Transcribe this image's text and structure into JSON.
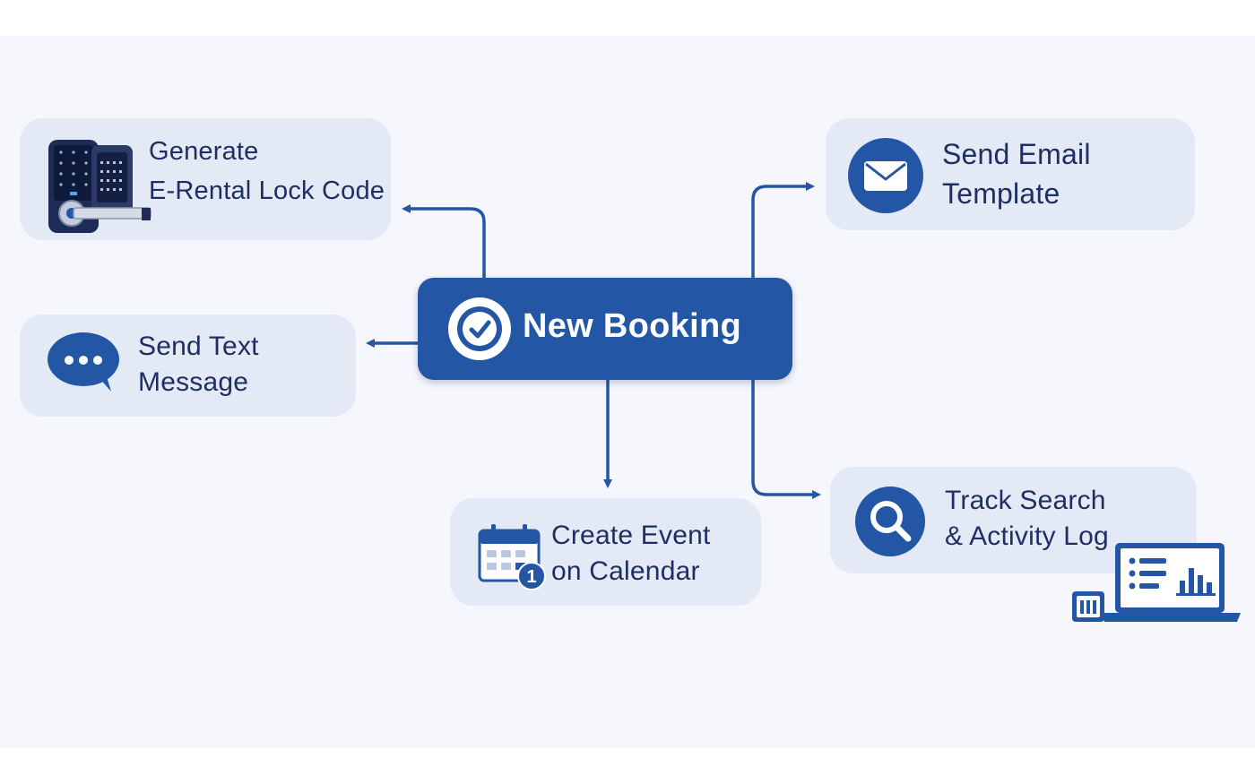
{
  "hub": {
    "label": "New Booking",
    "icon": "check-circle-icon"
  },
  "actions": {
    "lock_code": {
      "line1": "Generate",
      "line2": "E-Rental Lock Code",
      "icon": "smart-lock-icon"
    },
    "text_message": {
      "line1": "Send Text",
      "line2": "Message",
      "icon": "chat-bubble-icon"
    },
    "email_template": {
      "line1": "Send Email",
      "line2": "Template",
      "icon": "envelope-icon"
    },
    "activity_log": {
      "line1": "Track Search",
      "line2": "& Activity Log",
      "icon": "search-icon",
      "extra_icon": "laptop-dashboard-icon"
    },
    "calendar_event": {
      "line1": "Create Event",
      "line2": "on Calendar",
      "icon": "calendar-icon",
      "badge": "1"
    }
  },
  "colors": {
    "primary": "#2356a4",
    "card_bg": "#e4eaf5",
    "text": "#1f2f63",
    "canvas_bg": "#f6f7fc"
  }
}
